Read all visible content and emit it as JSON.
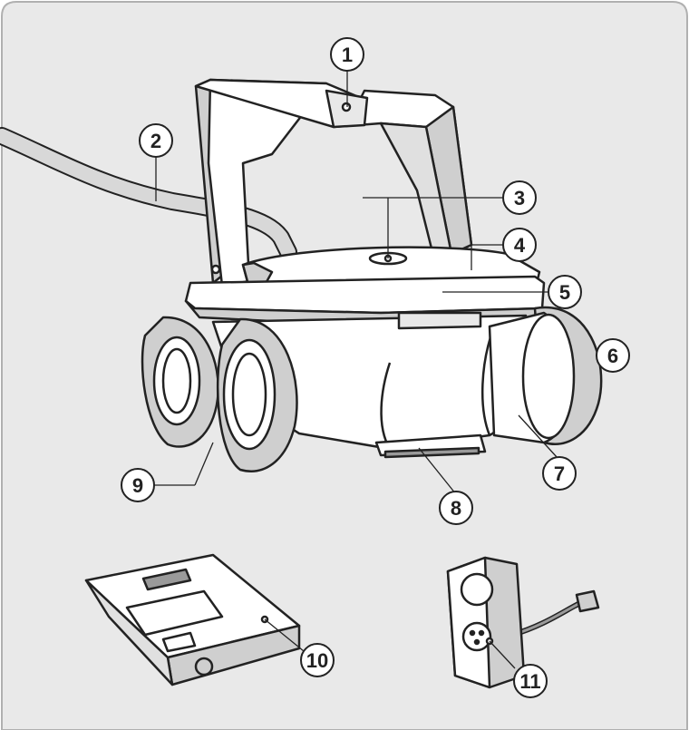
{
  "diagram": {
    "callouts": [
      {
        "id": 1,
        "label": "1"
      },
      {
        "id": 2,
        "label": "2"
      },
      {
        "id": 3,
        "label": "3"
      },
      {
        "id": 4,
        "label": "4"
      },
      {
        "id": 5,
        "label": "5"
      },
      {
        "id": 6,
        "label": "6"
      },
      {
        "id": 7,
        "label": "7"
      },
      {
        "id": 8,
        "label": "8"
      },
      {
        "id": 9,
        "label": "9"
      },
      {
        "id": 10,
        "label": "10"
      },
      {
        "id": 11,
        "label": "11"
      }
    ],
    "colors": {
      "background": "#e9e9e9",
      "panel_border": "#b0b0b0",
      "outline": "#222222",
      "body_fill": "#ffffff",
      "shade_fill": "#cfcfcf",
      "dark_fill": "#9a9a9a"
    }
  }
}
